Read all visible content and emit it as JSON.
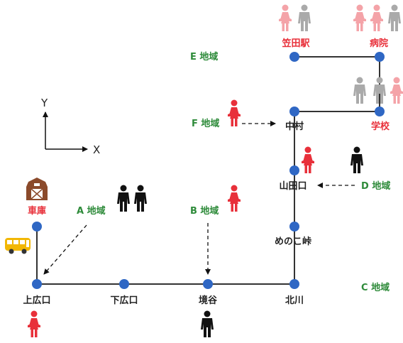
{
  "colors": {
    "route": "#333333",
    "node": "#2f67c4",
    "stop_label": "#222222",
    "special_label": "#e8303a",
    "area_label": "#2e8b3a",
    "person_red": "#e8303a",
    "person_pink": "#f4a3a8",
    "person_gray": "#aaaaaa",
    "person_black": "#111111",
    "garage": "#8b4a2b",
    "bus": "#f2b705"
  },
  "axes": {
    "y_label": "Y",
    "x_label": "X"
  },
  "stops": {
    "kamihirokuchi": "上広口",
    "shimohirokuchi": "下広口",
    "sakaidani": "境谷",
    "kitagawa": "北川",
    "menokotoge": "めのこ峠",
    "yamadaguchi": "山田口",
    "nakamura": "中村",
    "kasadaeki": "笠田駅",
    "byouin": "病院",
    "gakkou": "学校",
    "shako": "車庫"
  },
  "areas": {
    "a": "A 地域",
    "b": "B 地域",
    "c": "C 地域",
    "d": "D 地域",
    "e": "E 地域",
    "f": "F 地域"
  },
  "icons": {
    "garage": "garage-icon",
    "bus": "bus-icon",
    "person_female": "person-female-icon",
    "person_male": "person-male-icon"
  }
}
